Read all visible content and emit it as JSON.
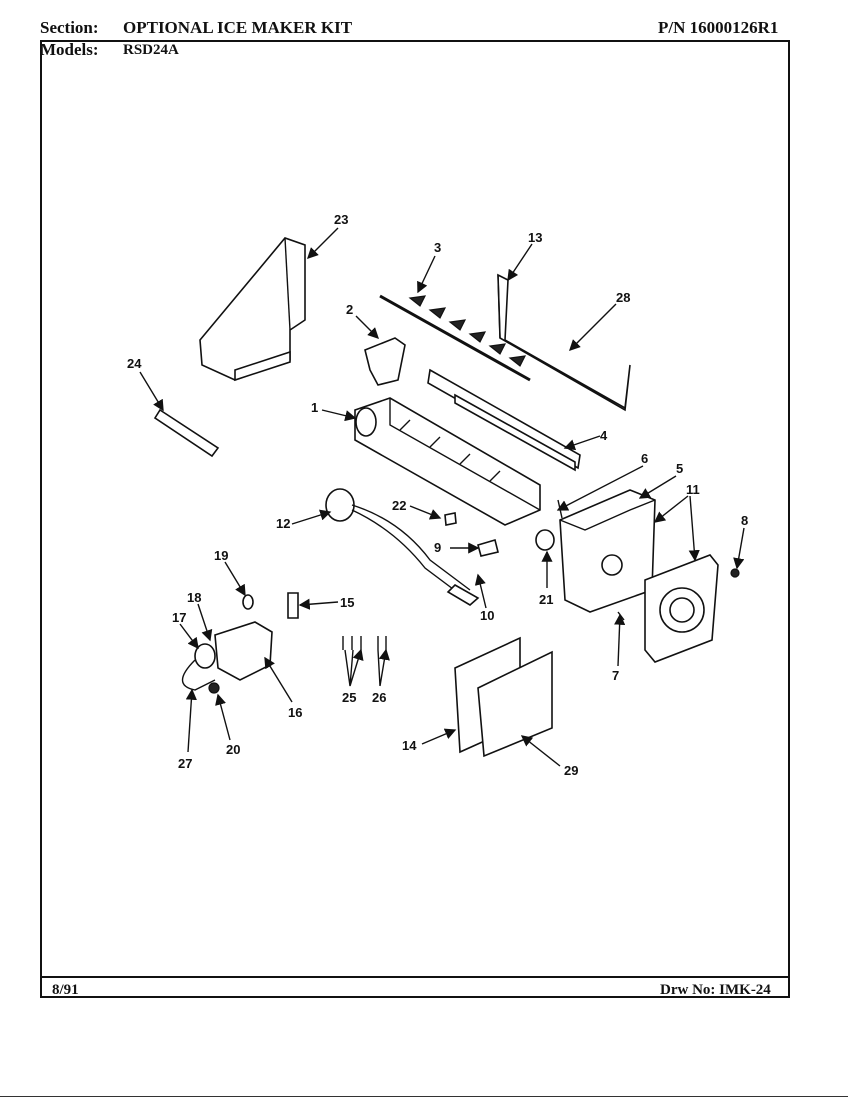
{
  "header": {
    "section_label": "Section:",
    "section_value": "OPTIONAL ICE MAKER KIT",
    "pn": "P/N 16000126R1",
    "models_label": "Models:",
    "models_value": "RSD24A"
  },
  "footer": {
    "date": "8/91",
    "drawing_no": "Drw No: IMK-24"
  },
  "callouts": {
    "c1": "1",
    "c2": "2",
    "c3": "3",
    "c4": "4",
    "c5": "5",
    "c6": "6",
    "c7": "7",
    "c8": "8",
    "c9": "9",
    "c10": "10",
    "c11": "11",
    "c12": "12",
    "c13": "13",
    "c14": "14",
    "c15": "15",
    "c16": "16",
    "c17": "17",
    "c18": "18",
    "c19": "19",
    "c20": "20",
    "c21": "21",
    "c22": "22",
    "c23": "23",
    "c24": "24",
    "c25": "25",
    "c26": "26",
    "c27": "27",
    "c28": "28",
    "c29": "29"
  }
}
